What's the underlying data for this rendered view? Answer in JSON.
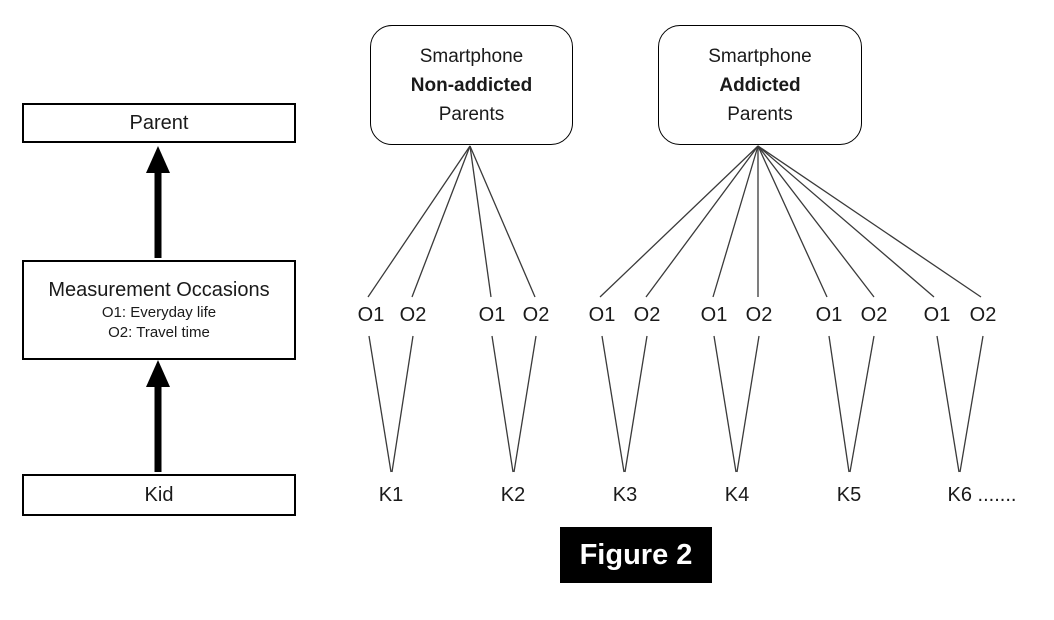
{
  "figure": {
    "caption": "Figure 2"
  },
  "hierarchy": {
    "parent_label": "Parent",
    "measurement": {
      "title": "Measurement Occasions",
      "o1_desc": "O1: Everyday life",
      "o2_desc": "O2: Travel time"
    },
    "kid_label": "Kid"
  },
  "groups": [
    {
      "line1": "Smartphone",
      "line2": "Non-addicted",
      "line3": "Parents"
    },
    {
      "line1": "Smartphone",
      "line2": "Addicted",
      "line3": "Parents"
    }
  ],
  "occasions": [
    "O1",
    "O2",
    "O1",
    "O2",
    "O1",
    "O2",
    "O1",
    "O2",
    "O1",
    "O2",
    "O1",
    "O2"
  ],
  "kids": [
    "K1",
    "K2",
    "K3",
    "K4",
    "K5",
    "K6 ......."
  ],
  "colors": {
    "background": "#ffffff",
    "box_border": "#000000",
    "connector_line": "#3a3a3a",
    "arrow": "#000000",
    "caption_bg": "#000000",
    "caption_text": "#ffffff"
  }
}
